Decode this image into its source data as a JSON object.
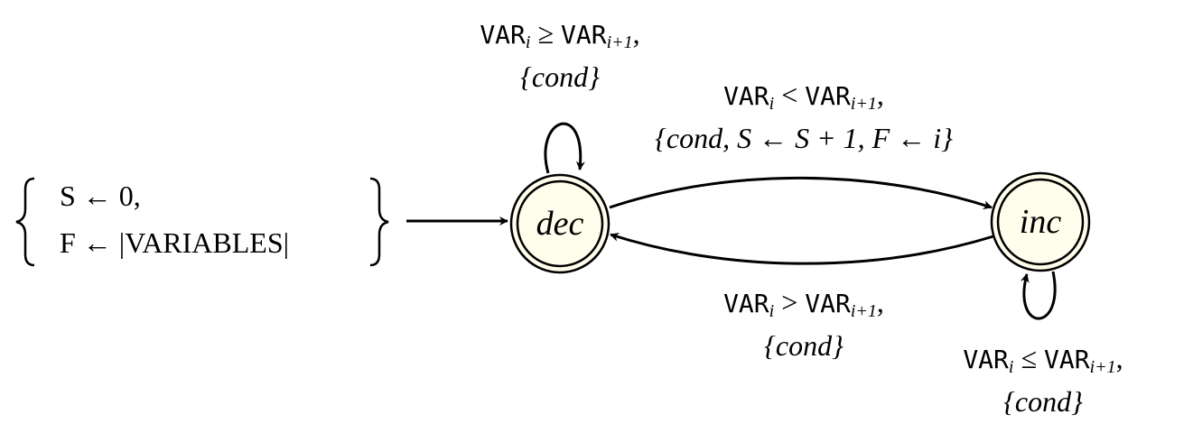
{
  "states": [
    {
      "id": "dec",
      "label": "dec",
      "accepting": true
    },
    {
      "id": "inc",
      "label": "inc",
      "accepting": true
    }
  ],
  "colors": {
    "state_fill": "#FFFDEB",
    "stroke": "#000000",
    "background": "#FFFFFF"
  },
  "initial": {
    "line1": "S ← 0,",
    "line2": "F ← |VARIABLES|"
  },
  "transitions": {
    "dec_self": {
      "cmp": "VAR",
      "sub_i": "i",
      "op": "≥",
      "sub_i1": "i+1",
      "tail": ",",
      "action": "{cond}"
    },
    "dec_to_inc": {
      "cmp": "VAR",
      "sub_i": "i",
      "op": "<",
      "sub_i1": "i+1",
      "tail": ",",
      "action": "{cond, S ← S + 1, F ← i}"
    },
    "inc_to_dec": {
      "cmp": "VAR",
      "sub_i": "i",
      "op": ">",
      "sub_i1": "i+1",
      "tail": ",",
      "action": "{cond}"
    },
    "inc_self": {
      "cmp": "VAR",
      "sub_i": "i",
      "op": "≤",
      "sub_i1": "i+1",
      "tail": ",",
      "action": "{cond}"
    }
  }
}
